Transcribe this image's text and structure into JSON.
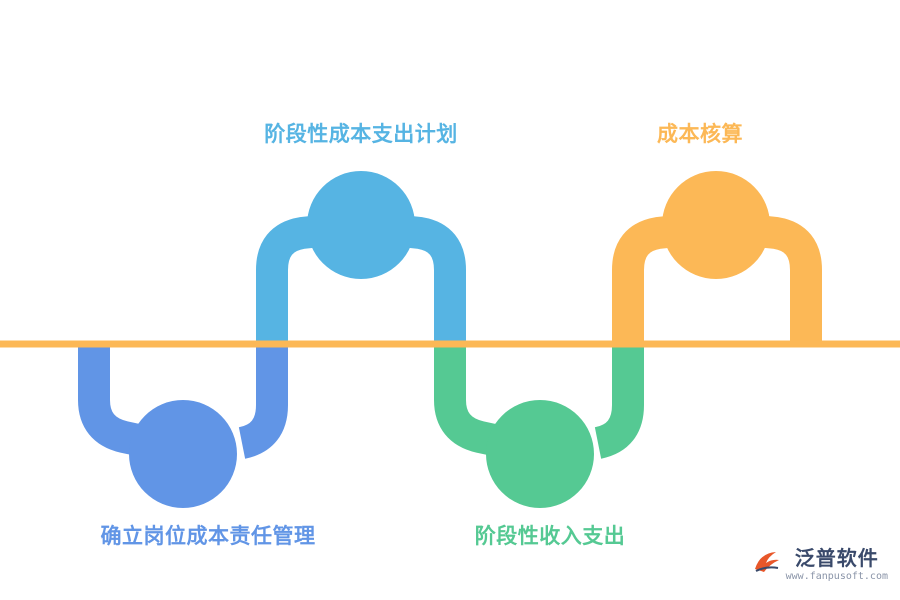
{
  "steps": [
    {
      "label": "确立岗位成本责任管理",
      "color": "#6195e6",
      "position": "below"
    },
    {
      "label": "阶段性成本支出计划",
      "color": "#56b4e3",
      "position": "above"
    },
    {
      "label": "阶段性收入支出",
      "color": "#55c993",
      "position": "below"
    },
    {
      "label": "成本核算",
      "color": "#fcb856",
      "position": "above"
    }
  ],
  "axis_color": "#fcb856",
  "logo": {
    "name": "泛普软件",
    "url": "www.fanpusoft.com"
  }
}
